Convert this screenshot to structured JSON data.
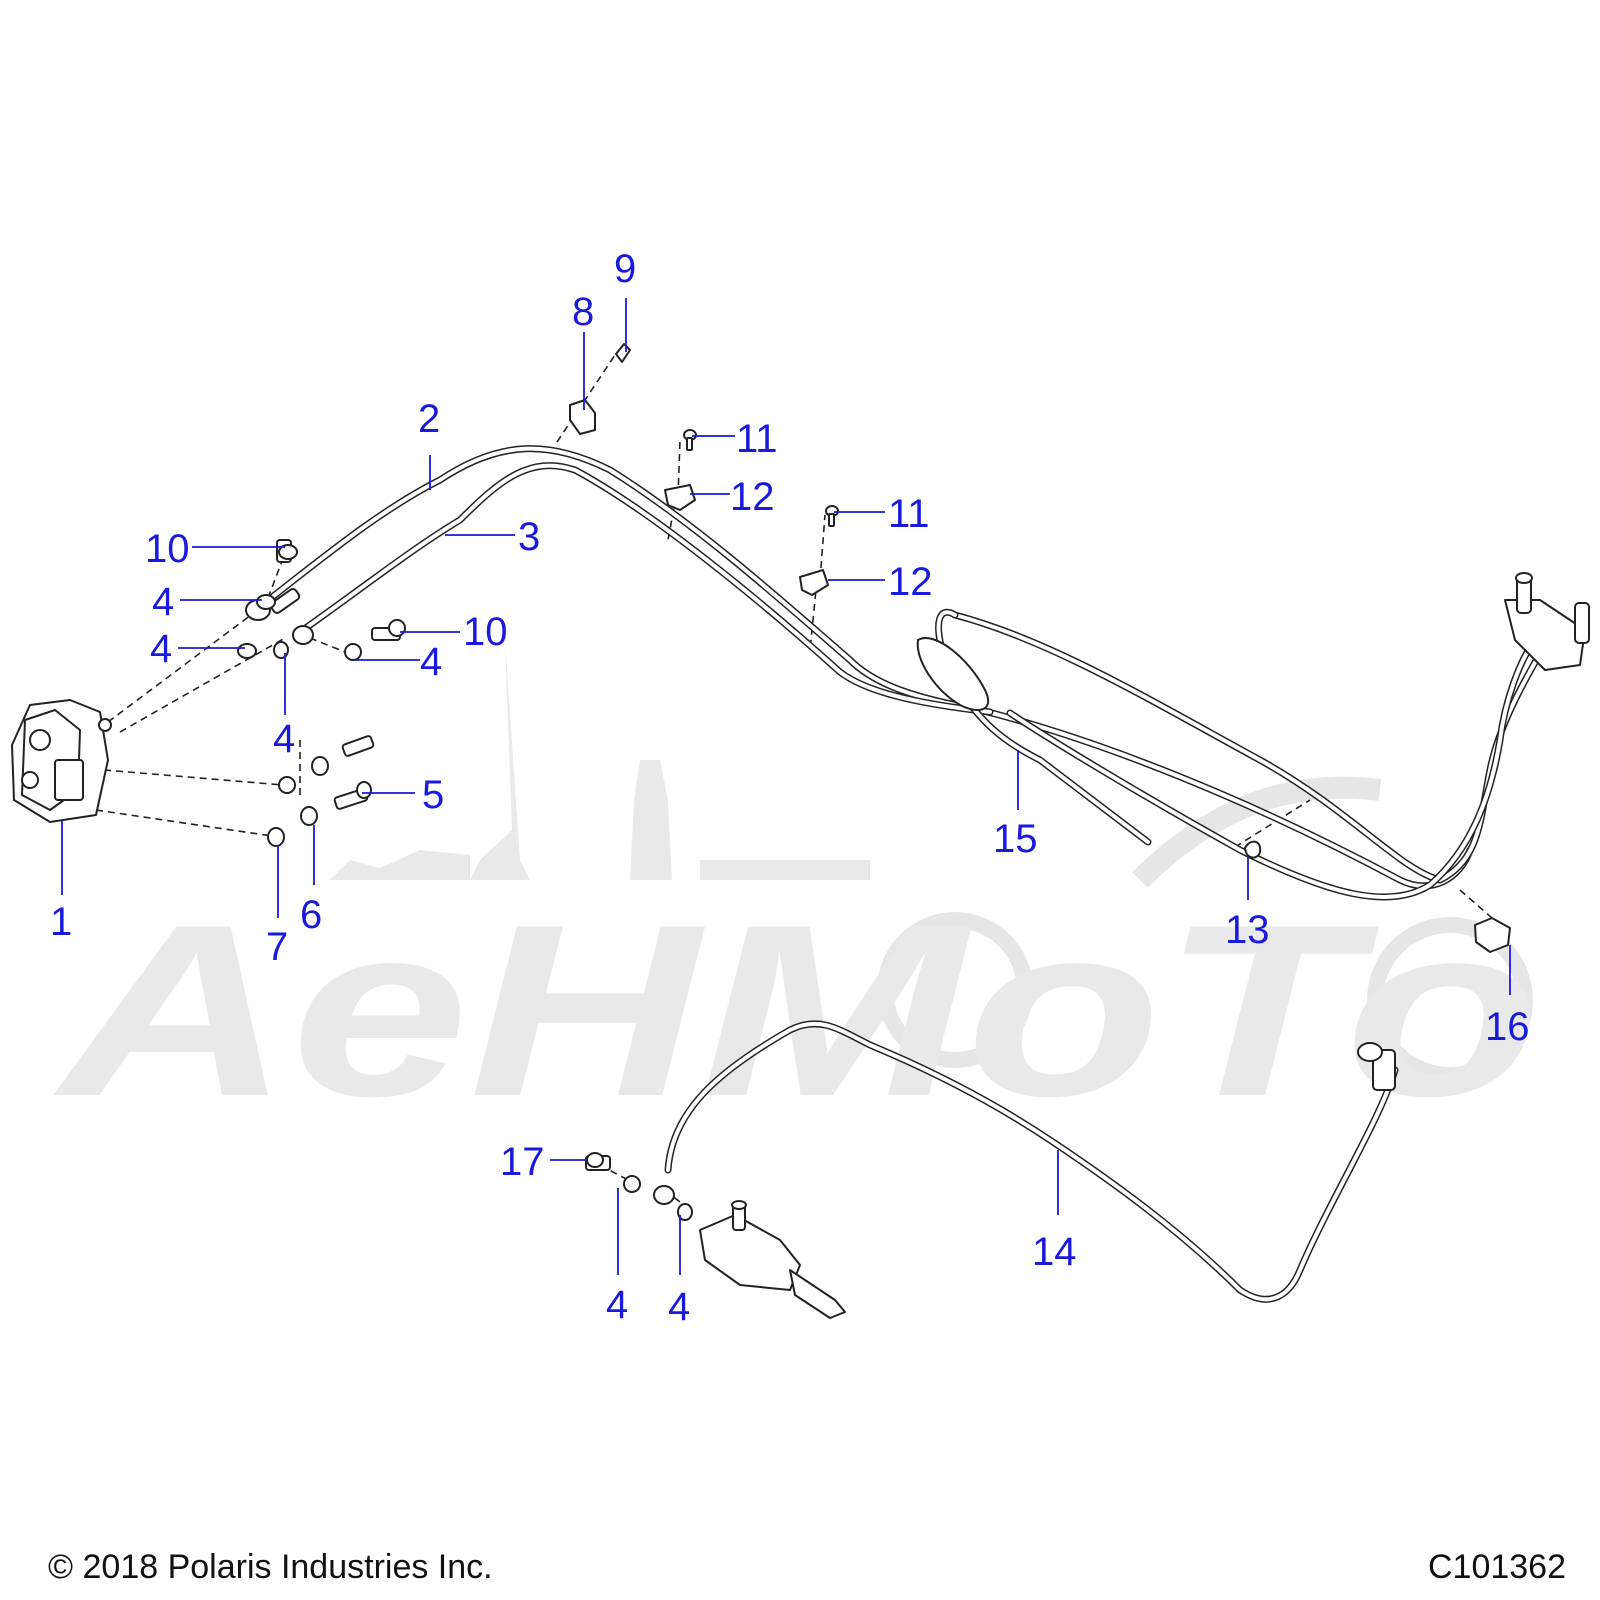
{
  "watermark": {
    "text": "AeHMoTo"
  },
  "callouts": [
    {
      "id": "1",
      "label": "1"
    },
    {
      "id": "2",
      "label": "2"
    },
    {
      "id": "3",
      "label": "3"
    },
    {
      "id": "4a",
      "label": "4"
    },
    {
      "id": "4b",
      "label": "4"
    },
    {
      "id": "4c",
      "label": "4"
    },
    {
      "id": "4d",
      "label": "4"
    },
    {
      "id": "4e",
      "label": "4"
    },
    {
      "id": "4f",
      "label": "4"
    },
    {
      "id": "5",
      "label": "5"
    },
    {
      "id": "6",
      "label": "6"
    },
    {
      "id": "7",
      "label": "7"
    },
    {
      "id": "8",
      "label": "8"
    },
    {
      "id": "9",
      "label": "9"
    },
    {
      "id": "10a",
      "label": "10"
    },
    {
      "id": "10b",
      "label": "10"
    },
    {
      "id": "11a",
      "label": "11"
    },
    {
      "id": "11b",
      "label": "11"
    },
    {
      "id": "12a",
      "label": "12"
    },
    {
      "id": "12b",
      "label": "12"
    },
    {
      "id": "13",
      "label": "13"
    },
    {
      "id": "14",
      "label": "14"
    },
    {
      "id": "15",
      "label": "15"
    },
    {
      "id": "16",
      "label": "16"
    },
    {
      "id": "17",
      "label": "17"
    }
  ],
  "footer": {
    "copyright": "© 2018 Polaris Industries Inc.",
    "drawing_id": "C101362"
  },
  "colors": {
    "callout": "#1a1adc",
    "line": "#222222",
    "watermark": "#e9e9e9"
  }
}
